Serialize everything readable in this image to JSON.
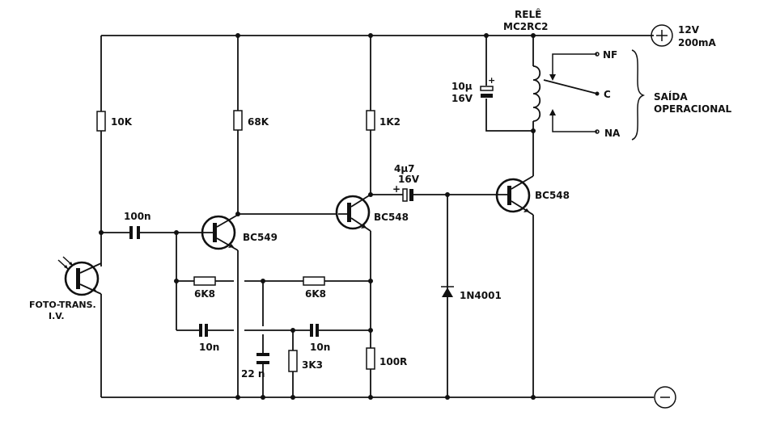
{
  "schematic": {
    "supply": {
      "positive_symbol": "+",
      "positive_voltage": "12V",
      "positive_current": "200mA",
      "negative_symbol": "−"
    },
    "relay": {
      "label": "RELÊ",
      "model": "MC2RC2",
      "contacts": {
        "nf": "NF",
        "c": "C",
        "na": "NA"
      },
      "output_label_line1": "SAÍDA",
      "output_label_line2": "OPERACIONAL"
    },
    "components": {
      "r_10k": "10K",
      "r_68k": "68K",
      "r_1k2": "1K2",
      "c_100n": "100n",
      "c_4u7_value": "4µ7",
      "c_4u7_voltage": "16V",
      "c_4u7_polarity": "+",
      "c_10u_value": "10µ",
      "c_10u_voltage": "16V",
      "c_10u_polarity": "+",
      "q1": "BC549",
      "q2": "BC548",
      "q3": "BC548",
      "phototransistor_line1": "FOTO-TRANS.",
      "phototransistor_line2": "I.V.",
      "r_6k8_a": "6K8",
      "r_6k8_b": "6K8",
      "c_10n_a": "10n",
      "c_10n_b": "10n",
      "c_22n": "22 n",
      "r_3k3": "3K3",
      "r_100r": "100R",
      "d1": "1N4001"
    }
  }
}
